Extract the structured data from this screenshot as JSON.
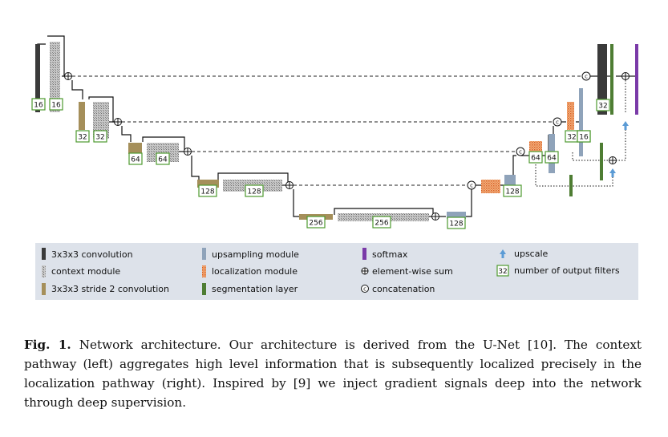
{
  "filter_labels": [
    "16",
    "16",
    "32",
    "32",
    "64",
    "64",
    "128",
    "128",
    "256",
    "256",
    "128",
    "128",
    "64",
    "64",
    "32",
    "32",
    "16",
    "32"
  ],
  "legend": {
    "conv": "3x3x3 convolution",
    "context": "context module",
    "stride": "3x3x3 stride 2 convolution",
    "upsampling": "upsampling module",
    "localization": "localization module",
    "segmentation": "segmentation layer",
    "softmax": "softmax",
    "sum": "element-wise sum",
    "concat": "concatenation",
    "upscale": "upscale",
    "filters_example": "32",
    "filters": "number of output filters"
  },
  "colors": {
    "conv": "#3a3a3a",
    "context": "#a8a8a8",
    "stride": "#a58f5a",
    "upsampling": "#8fa3ba",
    "localization": "#e07a3a",
    "segmentation": "#4e7d33",
    "softmax": "#7a3aa8",
    "upscale": "#5b9bd5",
    "label_border": "#4e9a2e",
    "legend_bg": "#dde2ea"
  },
  "caption": {
    "label": "Fig. 1.",
    "text": "Network architecture. Our architecture is derived from the U-Net [10]. The context pathway (left) aggregates high level information that is subsequently localized precisely in the localization pathway (right). Inspired by [9] we inject gradient signals deep into the network through deep supervision."
  }
}
